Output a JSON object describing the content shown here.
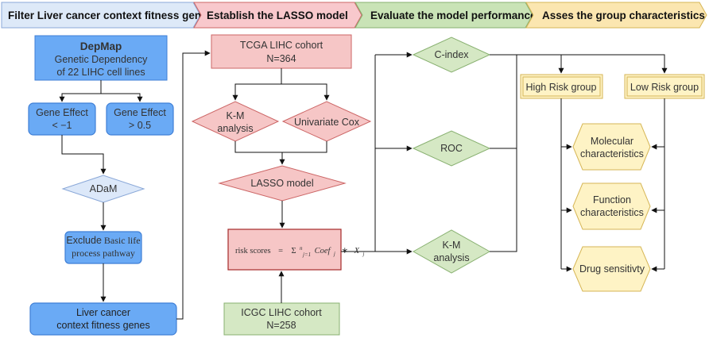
{
  "stages": [
    {
      "id": "stage-filter",
      "label": "Filter Liver cancer context fitness genes",
      "color": "#dde9f8"
    },
    {
      "id": "stage-lasso",
      "label": "Establish the LASSO model",
      "color": "#f8c8cc"
    },
    {
      "id": "stage-evaluate",
      "label": "Evaluate the model performance",
      "color": "#c9e3b6"
    },
    {
      "id": "stage-assess",
      "label": "Asses the group characteristics",
      "color": "#fbe6b0"
    }
  ],
  "nodes": {
    "depmap": {
      "title": "DepMap",
      "line1": "Genetic Dependency",
      "line2": "of 22 LIHC cell lines"
    },
    "gene_effect_low": {
      "line1": "Gene Effect",
      "line2": "< −1"
    },
    "gene_effect_high": {
      "line1": "Gene Effect",
      "line2": "> 0.5"
    },
    "adam": {
      "label": "ADaM"
    },
    "exclude": {
      "line1_sans": "Exclude",
      "line1_serif": "Basic life",
      "line2": "process pathway"
    },
    "liver_genes": {
      "line1": "Liver cancer",
      "line2": "context fitness genes"
    },
    "tcga": {
      "line1": "TCGA LIHC cohort",
      "line2": "N=364"
    },
    "km_analysis_left": {
      "line1": "K-M",
      "line2": "analysis"
    },
    "univariate_cox": {
      "label": "Univariate Cox"
    },
    "lasso_model": {
      "label": "LASSO model"
    },
    "risk_scores": {
      "label": "risk scores",
      "equals": "=",
      "sigma": "Σ",
      "sub_sup": "n",
      "sub": "j=1",
      "coef": "Coef",
      "coef_sub": "j",
      "times": "∗",
      "x": "X",
      "x_sub": "j"
    },
    "icgc": {
      "line1": "ICGC LIHC cohort",
      "line2": "N=258"
    },
    "cindex": {
      "label": "C-index"
    },
    "roc": {
      "label": "ROC"
    },
    "km_analysis_right": {
      "line1": "K-M",
      "line2": "analysis"
    },
    "high_risk": {
      "label": "High Risk group"
    },
    "low_risk": {
      "label": "Low Risk group"
    },
    "molecular": {
      "line1": "Molecular",
      "line2": "characteristics"
    },
    "function": {
      "line1": "Function",
      "line2": "characteristics"
    },
    "drug": {
      "label": "Drug sensitivty"
    }
  },
  "colors": {
    "blue_fill": "#6aaaf5",
    "blue_stroke": "#3f7fd6",
    "light_blue_fill": "#dce8f9",
    "light_blue_stroke": "#8aa8d8",
    "pink_fill": "#f6c6c6",
    "pink_stroke": "#c66",
    "dark_red_stroke": "#a52a2a",
    "green_fill": "#d5e8c4",
    "green_stroke": "#88b070",
    "yellow_fill": "#fef3c5",
    "yellow_stroke": "#d6b656"
  }
}
